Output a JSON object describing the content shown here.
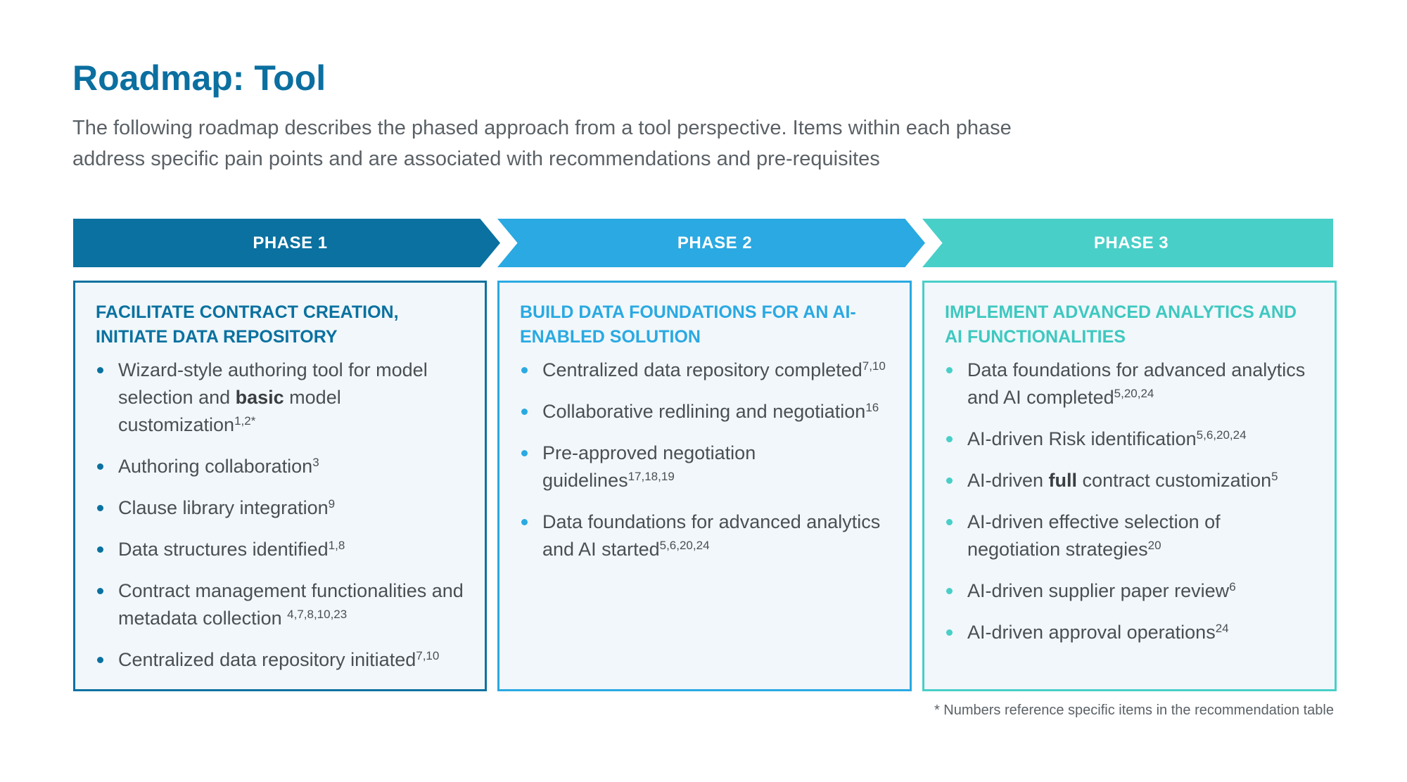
{
  "title": "Roadmap: Tool",
  "subtitle": "The following roadmap describes the phased approach from a tool perspective. Items within each phase address specific pain points and are associated with recommendations and pre-requisites",
  "colors": {
    "title": "#0b6fa0",
    "phase_1": "#0a71a0",
    "phase_2": "#2aa9e2",
    "phase_3": "#48cfc8",
    "panel_background": "#f1f7fa"
  },
  "phases": [
    {
      "banner": "PHASE 1",
      "heading": "FACILITATE CONTRACT CREATION, INITIATE DATA REPOSITORY",
      "items": [
        {
          "before": "Wizard-style authoring tool for model selection and ",
          "bold": "basic",
          "after": " model customization",
          "sup": "1,2*"
        },
        {
          "before": "Authoring collaboration",
          "bold": "",
          "after": "",
          "sup": "3"
        },
        {
          "before": "Clause library integration",
          "bold": "",
          "after": "",
          "sup": "9"
        },
        {
          "before": "Data structures identified",
          "bold": "",
          "after": "",
          "sup": "1,8"
        },
        {
          "before": "Contract management functionalities and metadata collection ",
          "bold": "",
          "after": "",
          "sup": "4,7,8,10,23"
        },
        {
          "before": "Centralized data repository initiated",
          "bold": "",
          "after": "",
          "sup": "7,10"
        }
      ]
    },
    {
      "banner": "PHASE 2",
      "heading": "BUILD DATA FOUNDATIONS FOR AN AI-ENABLED SOLUTION",
      "items": [
        {
          "before": "Centralized data repository completed",
          "bold": "",
          "after": "",
          "sup": "7,10"
        },
        {
          "before": "Collaborative redlining and negotiation",
          "bold": "",
          "after": "",
          "sup": "16"
        },
        {
          "before": "Pre-approved negotiation guidelines",
          "bold": "",
          "after": "",
          "sup": "17,18,19"
        },
        {
          "before": "Data foundations for advanced analytics and AI started",
          "bold": "",
          "after": "",
          "sup": "5,6,20,24"
        }
      ]
    },
    {
      "banner": "PHASE 3",
      "heading": "IMPLEMENT ADVANCED ANALYTICS AND AI FUNCTIONALITIES",
      "items": [
        {
          "before": "Data foundations for advanced analytics and AI completed",
          "bold": "",
          "after": "",
          "sup": "5,20,24"
        },
        {
          "before": "AI-driven Risk identification",
          "bold": "",
          "after": "",
          "sup": "5,6,20,24"
        },
        {
          "before": "AI-driven ",
          "bold": "full",
          "after": " contract customization",
          "sup": "5"
        },
        {
          "before": "AI-driven effective selection of negotiation strategies",
          "bold": "",
          "after": "",
          "sup": "20"
        },
        {
          "before": "AI-driven supplier paper review",
          "bold": "",
          "after": "",
          "sup": "6"
        },
        {
          "before": "AI-driven approval operations",
          "bold": "",
          "after": "",
          "sup": "24"
        }
      ]
    }
  ],
  "footnote": "* Numbers reference specific items in the recommendation table"
}
